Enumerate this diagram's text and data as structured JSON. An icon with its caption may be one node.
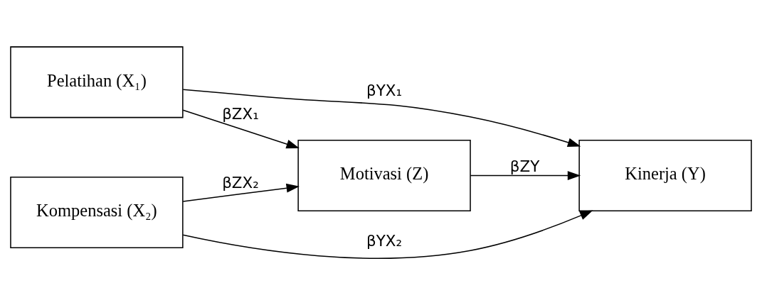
{
  "diagram": {
    "nodes": [
      {
        "text": [
          "Pelatihan (X₁)"
        ]
      },
      {
        "text": [
          "Motivasi (Z)"
        ]
      },
      {
        "text": [
          "Kinerja (Y)"
        ]
      },
      {
        "text": [
          "Kompensasi (X₂)"
        ]
      }
    ],
    "edges": [
      {
        "from": 0,
        "to": 2,
        "arrow": "to",
        "label": "βYX₁"
      },
      {
        "from": 0,
        "to": 1,
        "arrow": "to",
        "label": "βZX₁"
      },
      {
        "from": 3,
        "to": 1,
        "arrow": "to",
        "label": "βZX₂"
      },
      {
        "from": 1,
        "to": 2,
        "arrow": "to",
        "label": "βZY"
      },
      {
        "from": 3,
        "to": 2,
        "arrow": "to",
        "label": "βYX₂"
      }
    ]
  }
}
